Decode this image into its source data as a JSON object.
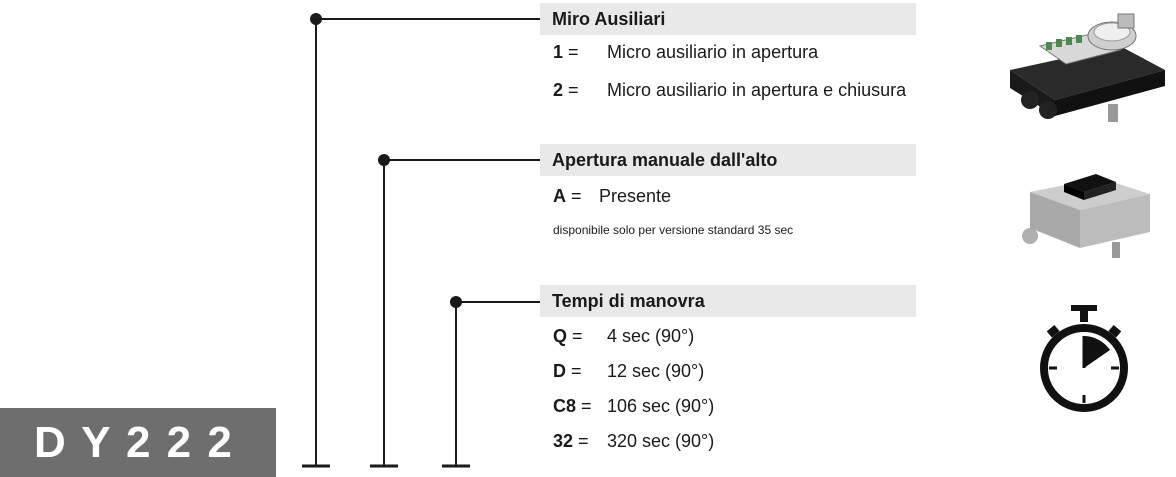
{
  "model_code": "D Y 2 2 2",
  "groups": [
    {
      "title": "Miro Ausiliari",
      "options": [
        {
          "code": "1",
          "desc": "Micro ausiliario in apertura"
        },
        {
          "code": "2",
          "desc": "Micro ausiliario in apertura e chiusura"
        }
      ]
    },
    {
      "title": "Apertura manuale dall'alto",
      "options": [
        {
          "code": "A",
          "desc": "Presente"
        }
      ],
      "note": "disponibile solo per versione standard 35 sec"
    },
    {
      "title": "Tempi di manovra",
      "options": [
        {
          "code": "Q",
          "desc": "4 sec (90°)"
        },
        {
          "code": "D",
          "desc": "12 sec (90°)"
        },
        {
          "code": "C8",
          "desc": "106 sec (90°)"
        },
        {
          "code": "32",
          "desc": "320 sec (90°)"
        }
      ]
    }
  ],
  "icons": [
    "auxiliary-micro-switch-device-icon",
    "manual-opening-actuator-icon",
    "stopwatch-icon"
  ],
  "colors": {
    "line": "#1a1a1a",
    "header_bg": "#e9e9e9",
    "model_bg": "#6e6e6e"
  }
}
